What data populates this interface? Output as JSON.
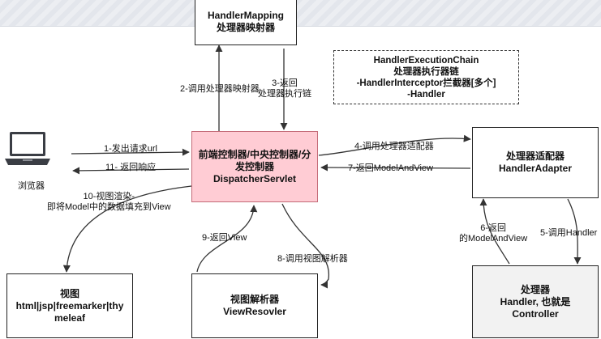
{
  "handler_mapping": {
    "title": "HandlerMapping",
    "subtitle": "处理器映射器"
  },
  "execution_chain": {
    "line1": "HandlerExecutionChain",
    "line2": "处理器执行器链",
    "line3": "-HandlerInterceptor拦截器[多个]",
    "line4": "-Handler"
  },
  "dispatcher": {
    "line1": "前端控制器/中央控制器/分",
    "line2": "发控制器",
    "line3": "DispatcherServlet"
  },
  "adapter": {
    "line1": "处理器适配器",
    "line2": "HandlerAdapter"
  },
  "handler": {
    "line1": "处理器",
    "line2": "Handler, 也就是",
    "line3": "Controller"
  },
  "view_resolver": {
    "line1": "视图解析器",
    "line2": "ViewResovler"
  },
  "view": {
    "line1": "视图",
    "line2": "html|jsp|freemarker|thy",
    "line3": "meleaf"
  },
  "browser": {
    "label": "浏览器"
  },
  "steps": {
    "s1": "1-发出请求url",
    "s2": "2-调用处理器映射器",
    "s3a": "3-返回",
    "s3b": "处理器执行链",
    "s4": "4-调用处理器适配器",
    "s5": "5-调用Handler",
    "s6a": "6-返回",
    "s6b": "的ModelAndView",
    "s7": "7-返回ModelAndView",
    "s8": "8-调用视图解析器",
    "s9": "9-返回View",
    "s10a": "10-视图渲染-",
    "s10b": "即将Model中的数据填充到View",
    "s11": "11- 返回响应"
  },
  "colors": {
    "dispatcher_fill": "#ffccd4",
    "handler_fill": "#f2f2f2",
    "line": "#333333"
  }
}
